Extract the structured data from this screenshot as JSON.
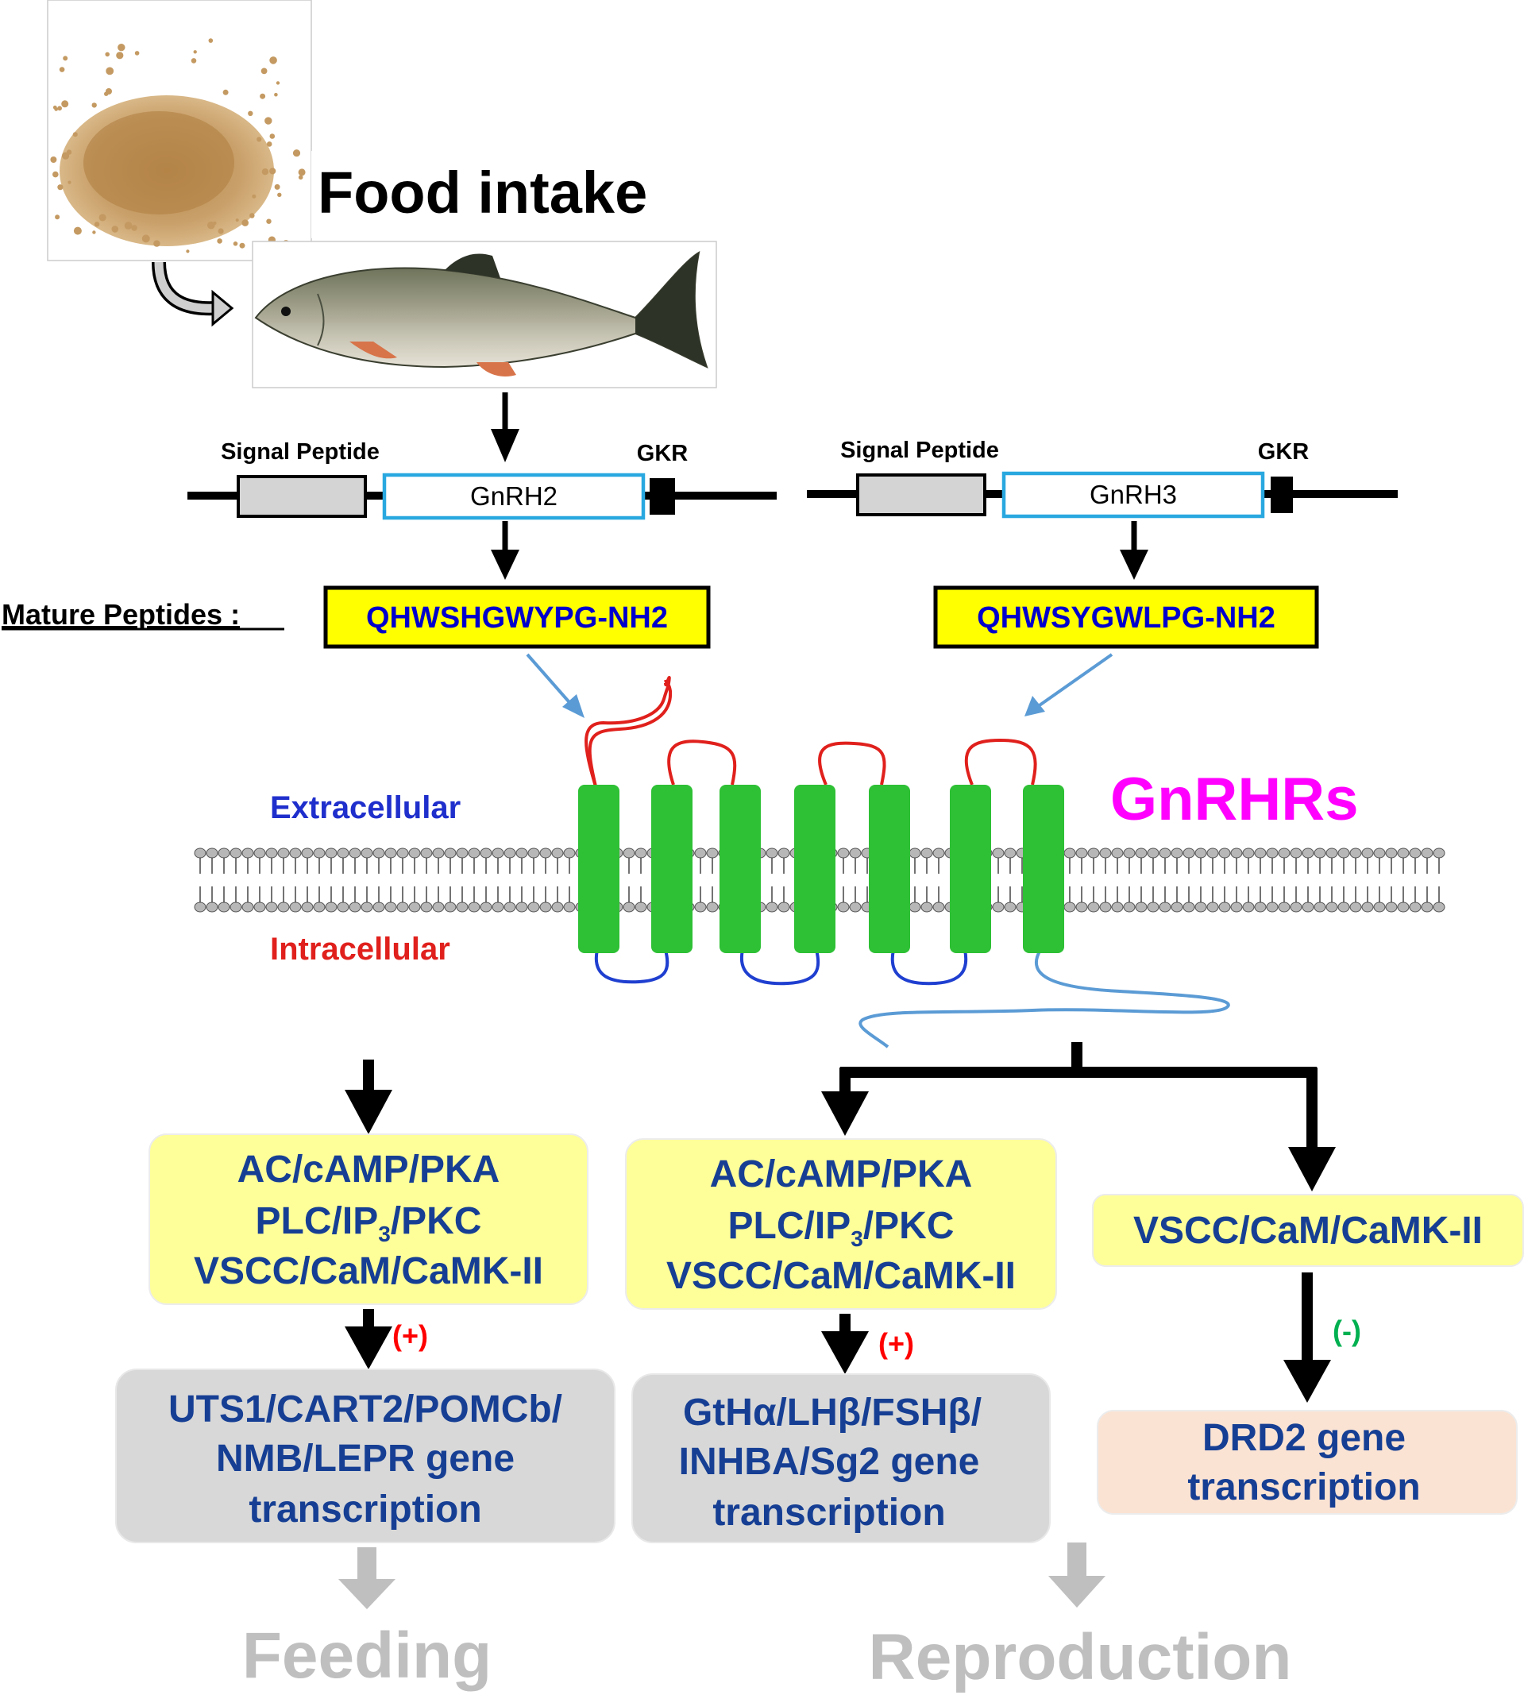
{
  "title": "Food intake",
  "gene_left": {
    "signal_peptide": "Signal Peptide",
    "gkr": "GKR",
    "gene": "GnRH2",
    "mature_peptide": "QHWSHGWYPG-NH2"
  },
  "gene_right": {
    "signal_peptide": "Signal Peptide",
    "gkr": "GKR",
    "gene": "GnRH3",
    "mature_peptide": "QHWSYGWLPG-NH2"
  },
  "mature_peptides_label": "Mature Peptides :",
  "receptor_label": "GnRHRs",
  "extracellular_label": "Extracellular",
  "intracellular_label": "Intracellular",
  "pathways": {
    "left": {
      "line1_pre": "AC/cAMP/PKA",
      "line2_pre": "PLC/IP",
      "line2_sub": "3",
      "line2_post": "/PKC",
      "line3": "VSCC/CaM/CaMK-II"
    },
    "middle": {
      "line1_pre": "AC/cAMP/PKA",
      "line2_pre": "PLC/IP",
      "line2_sub": "3",
      "line2_post": "/PKC",
      "line3": "VSCC/CaM/CaMK-II"
    },
    "right": {
      "line1": "VSCC/CaM/CaMK-II"
    }
  },
  "effects": {
    "left": "(+)",
    "middle": "(+)",
    "right": "(-)"
  },
  "targets": {
    "left": {
      "line1": "UTS1/CART2/POMCb/",
      "line2": "NMB/LEPR gene",
      "line3": "transcription"
    },
    "middle": {
      "line1": "GtHα/LHβ/FSHβ/",
      "line2": "INHBA/Sg2 gene",
      "line3": "transcription"
    },
    "right": {
      "line1": "DRD2 gene",
      "line2": "transcription"
    }
  },
  "outcomes": {
    "left": "Feeding",
    "right": "Reproduction"
  },
  "colors": {
    "peptide_fill": "#ffff00",
    "peptide_text": "#0000cc",
    "gene_border": "#29a8e0",
    "helix": "#2ec035",
    "extra_loop": "#e0201c",
    "intra_loop": "#1f3fd0",
    "receptor_text": "#ff00ff",
    "pathway_fill": "#ffff99",
    "target_fill": "#d8d8d8",
    "drd2_fill": "#fbe3d3",
    "pathway_text": "#163f94",
    "plus": "#ff0000",
    "minus": "#00b050",
    "outcome": "#bfbfbf"
  }
}
